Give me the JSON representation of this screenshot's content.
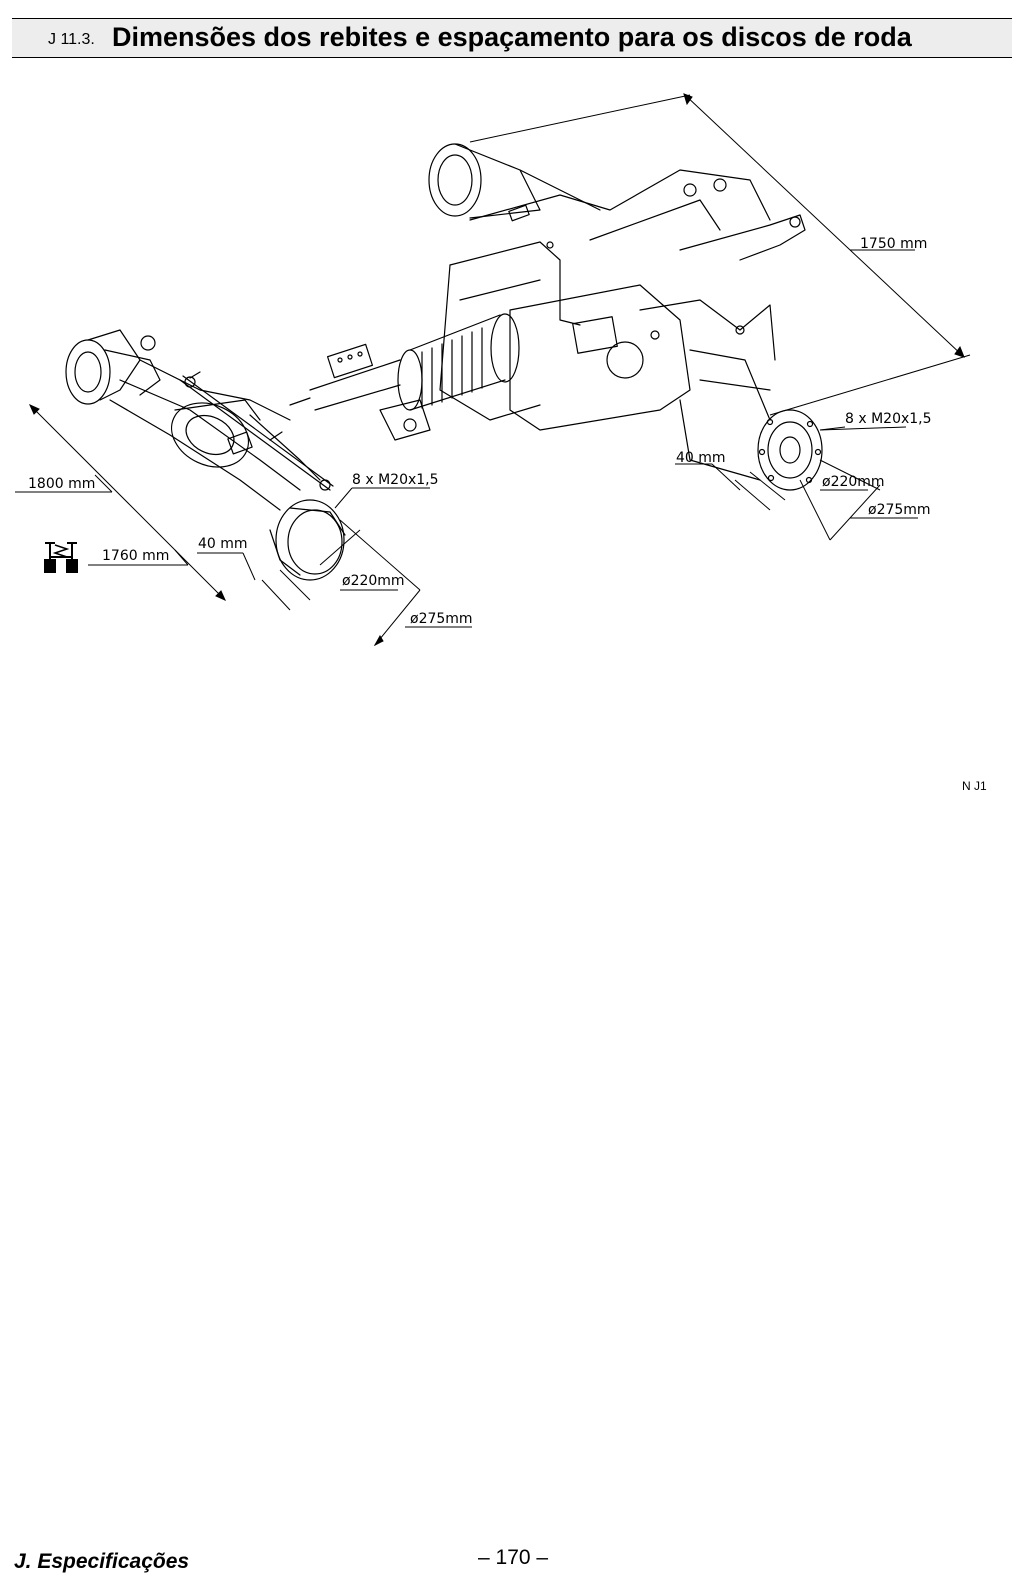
{
  "header": {
    "section_number": "J 11.3.",
    "title": "Dimensões dos rebites e espaçamento para os discos de roda"
  },
  "figure": {
    "code": "N J1",
    "labels": {
      "front_track": "1800 mm",
      "front_track_alt": "1760 mm",
      "front_offset": "40 mm",
      "front_studs": "8 x M20x1,5",
      "front_hub_dia": "ø220mm",
      "front_bolt_circle": "ø275mm",
      "rear_track": "1750 mm",
      "rear_studs": "8 x M20x1,5",
      "rear_offset": "40 mm",
      "rear_hub_dia": "ø220mm",
      "rear_bolt_circle": "ø275mm"
    }
  },
  "footer": {
    "section": "J. Especificações",
    "page_number": "– 170 –"
  }
}
